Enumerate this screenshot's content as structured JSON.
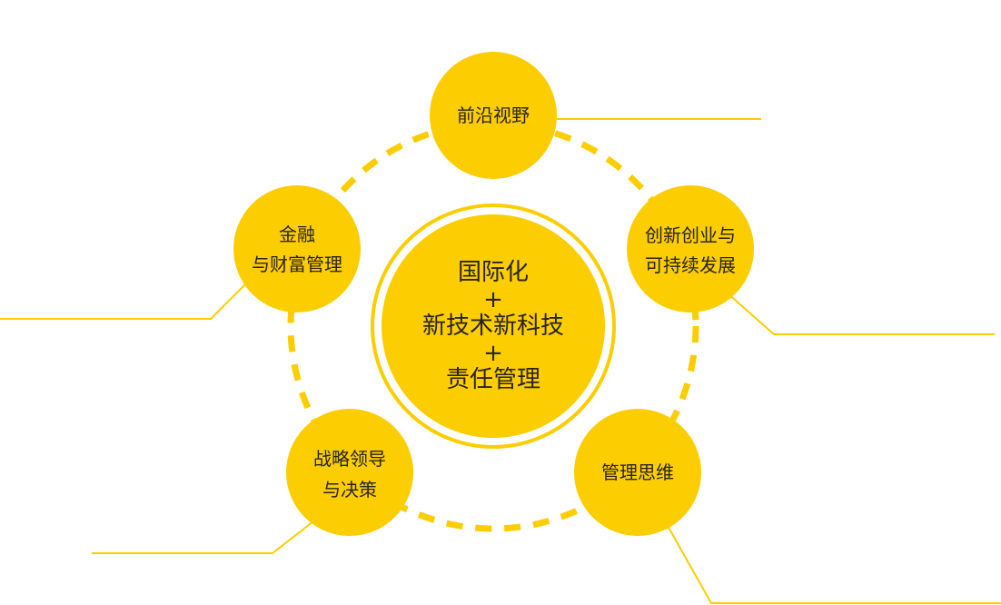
{
  "colors": {
    "accent": "#FCCD00",
    "text": "#2a2415",
    "background": "#ffffff"
  },
  "center": {
    "lines": [
      "国际化",
      "+",
      "新技术新科技",
      "+",
      "责任管理"
    ]
  },
  "nodes": [
    {
      "id": "frontier-vision",
      "lines": [
        "前沿视野"
      ]
    },
    {
      "id": "innovation-sustainability",
      "lines": [
        "创新创业与",
        "可持续发展"
      ]
    },
    {
      "id": "management-thinking",
      "lines": [
        "管理思维"
      ]
    },
    {
      "id": "strategic-leadership",
      "lines": [
        "战略领导",
        "与决策"
      ]
    },
    {
      "id": "finance-wealth",
      "lines": [
        "金融",
        "与财富管理"
      ]
    }
  ]
}
